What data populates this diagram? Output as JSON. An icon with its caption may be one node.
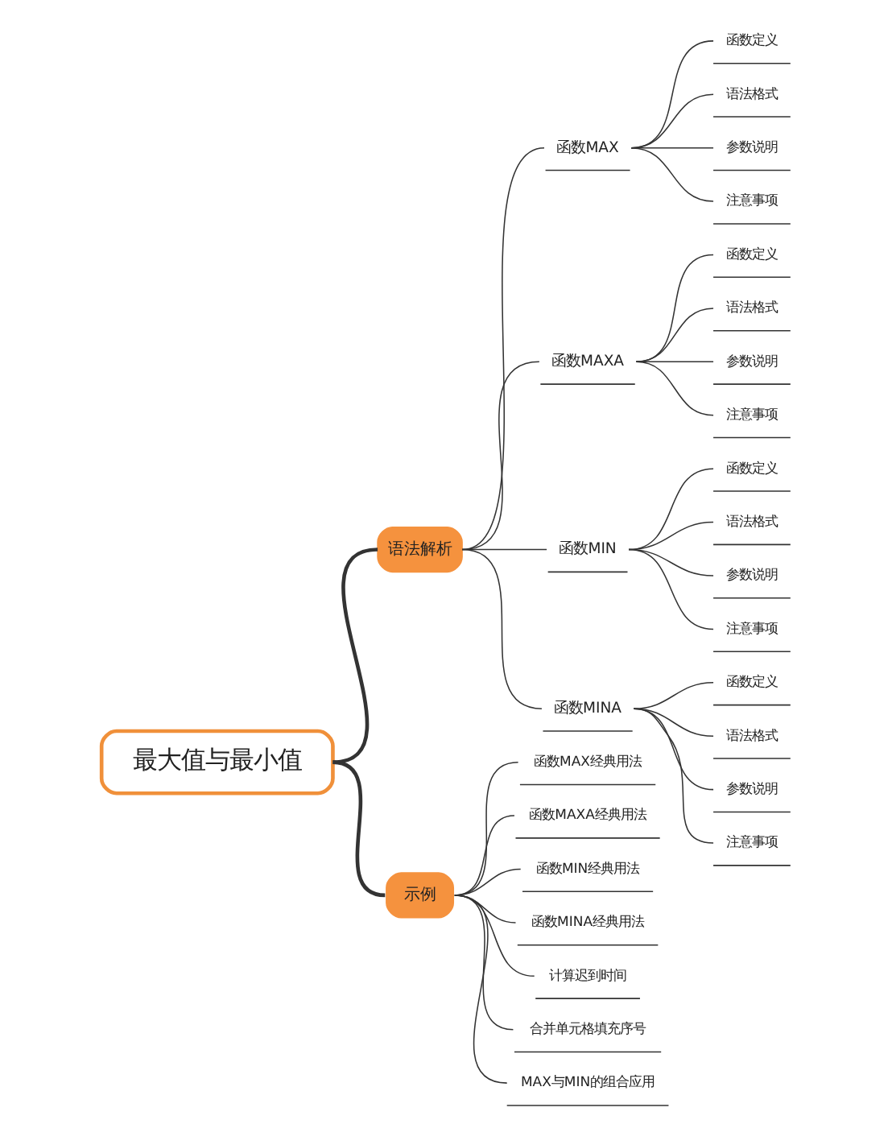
{
  "diagram": {
    "nodes": [
      {
        "text": [
          "最大值与最小值"
        ]
      },
      {
        "text": [
          "语法解析"
        ]
      },
      {
        "text": [
          "函数MAX"
        ]
      },
      {
        "text": [
          "函数定义"
        ]
      },
      {
        "text": [
          "语法格式"
        ]
      },
      {
        "text": [
          "参数说明"
        ]
      },
      {
        "text": [
          "注意事项"
        ]
      },
      {
        "text": [
          "函数MAXA"
        ]
      },
      {
        "text": [
          "函数定义"
        ]
      },
      {
        "text": [
          "语法格式"
        ]
      },
      {
        "text": [
          "参数说明"
        ]
      },
      {
        "text": [
          "注意事项"
        ]
      },
      {
        "text": [
          "函数MIN"
        ]
      },
      {
        "text": [
          "函数定义"
        ]
      },
      {
        "text": [
          "语法格式"
        ]
      },
      {
        "text": [
          "参数说明"
        ]
      },
      {
        "text": [
          "注意事项"
        ]
      },
      {
        "text": [
          "函数MINA"
        ]
      },
      {
        "text": [
          "函数定义"
        ]
      },
      {
        "text": [
          "语法格式"
        ]
      },
      {
        "text": [
          "参数说明"
        ]
      },
      {
        "text": [
          "注意事项"
        ]
      },
      {
        "text": [
          "示例"
        ]
      },
      {
        "text": [
          "函数MAX经典用法"
        ]
      },
      {
        "text": [
          "函数MAXA经典用法"
        ]
      },
      {
        "text": [
          "函数MIN经典用法"
        ]
      },
      {
        "text": [
          "函数MINA经典用法"
        ]
      },
      {
        "text": [
          "计算迟到时间"
        ]
      },
      {
        "text": [
          "合并单元格填充序号"
        ]
      },
      {
        "text": [
          "MAX与MIN的组合应用"
        ]
      }
    ],
    "edges": [
      {
        "from": 0,
        "to": 1,
        "arrow": "none",
        "style": "thick"
      },
      {
        "from": 1,
        "to": 2,
        "arrow": "none"
      },
      {
        "from": 2,
        "to": 3,
        "arrow": "none"
      },
      {
        "from": 2,
        "to": 4,
        "arrow": "none"
      },
      {
        "from": 2,
        "to": 5,
        "arrow": "none"
      },
      {
        "from": 2,
        "to": 6,
        "arrow": "none"
      },
      {
        "from": 1,
        "to": 7,
        "arrow": "none"
      },
      {
        "from": 7,
        "to": 8,
        "arrow": "none"
      },
      {
        "from": 7,
        "to": 9,
        "arrow": "none"
      },
      {
        "from": 7,
        "to": 10,
        "arrow": "none"
      },
      {
        "from": 7,
        "to": 11,
        "arrow": "none"
      },
      {
        "from": 1,
        "to": 12,
        "arrow": "none"
      },
      {
        "from": 12,
        "to": 13,
        "arrow": "none"
      },
      {
        "from": 12,
        "to": 14,
        "arrow": "none"
      },
      {
        "from": 12,
        "to": 15,
        "arrow": "none"
      },
      {
        "from": 12,
        "to": 16,
        "arrow": "none"
      },
      {
        "from": 1,
        "to": 17,
        "arrow": "none"
      },
      {
        "from": 17,
        "to": 18,
        "arrow": "none"
      },
      {
        "from": 17,
        "to": 19,
        "arrow": "none"
      },
      {
        "from": 17,
        "to": 20,
        "arrow": "none"
      },
      {
        "from": 17,
        "to": 21,
        "arrow": "none"
      },
      {
        "from": 0,
        "to": 22,
        "arrow": "none",
        "style": "thick"
      },
      {
        "from": 22,
        "to": 23,
        "arrow": "none"
      },
      {
        "from": 22,
        "to": 24,
        "arrow": "none"
      },
      {
        "from": 22,
        "to": 25,
        "arrow": "none"
      },
      {
        "from": 22,
        "to": 26,
        "arrow": "none"
      },
      {
        "from": 22,
        "to": 27,
        "arrow": "none"
      },
      {
        "from": 22,
        "to": 28,
        "arrow": "none"
      },
      {
        "from": 22,
        "to": 29,
        "arrow": "none"
      }
    ]
  }
}
